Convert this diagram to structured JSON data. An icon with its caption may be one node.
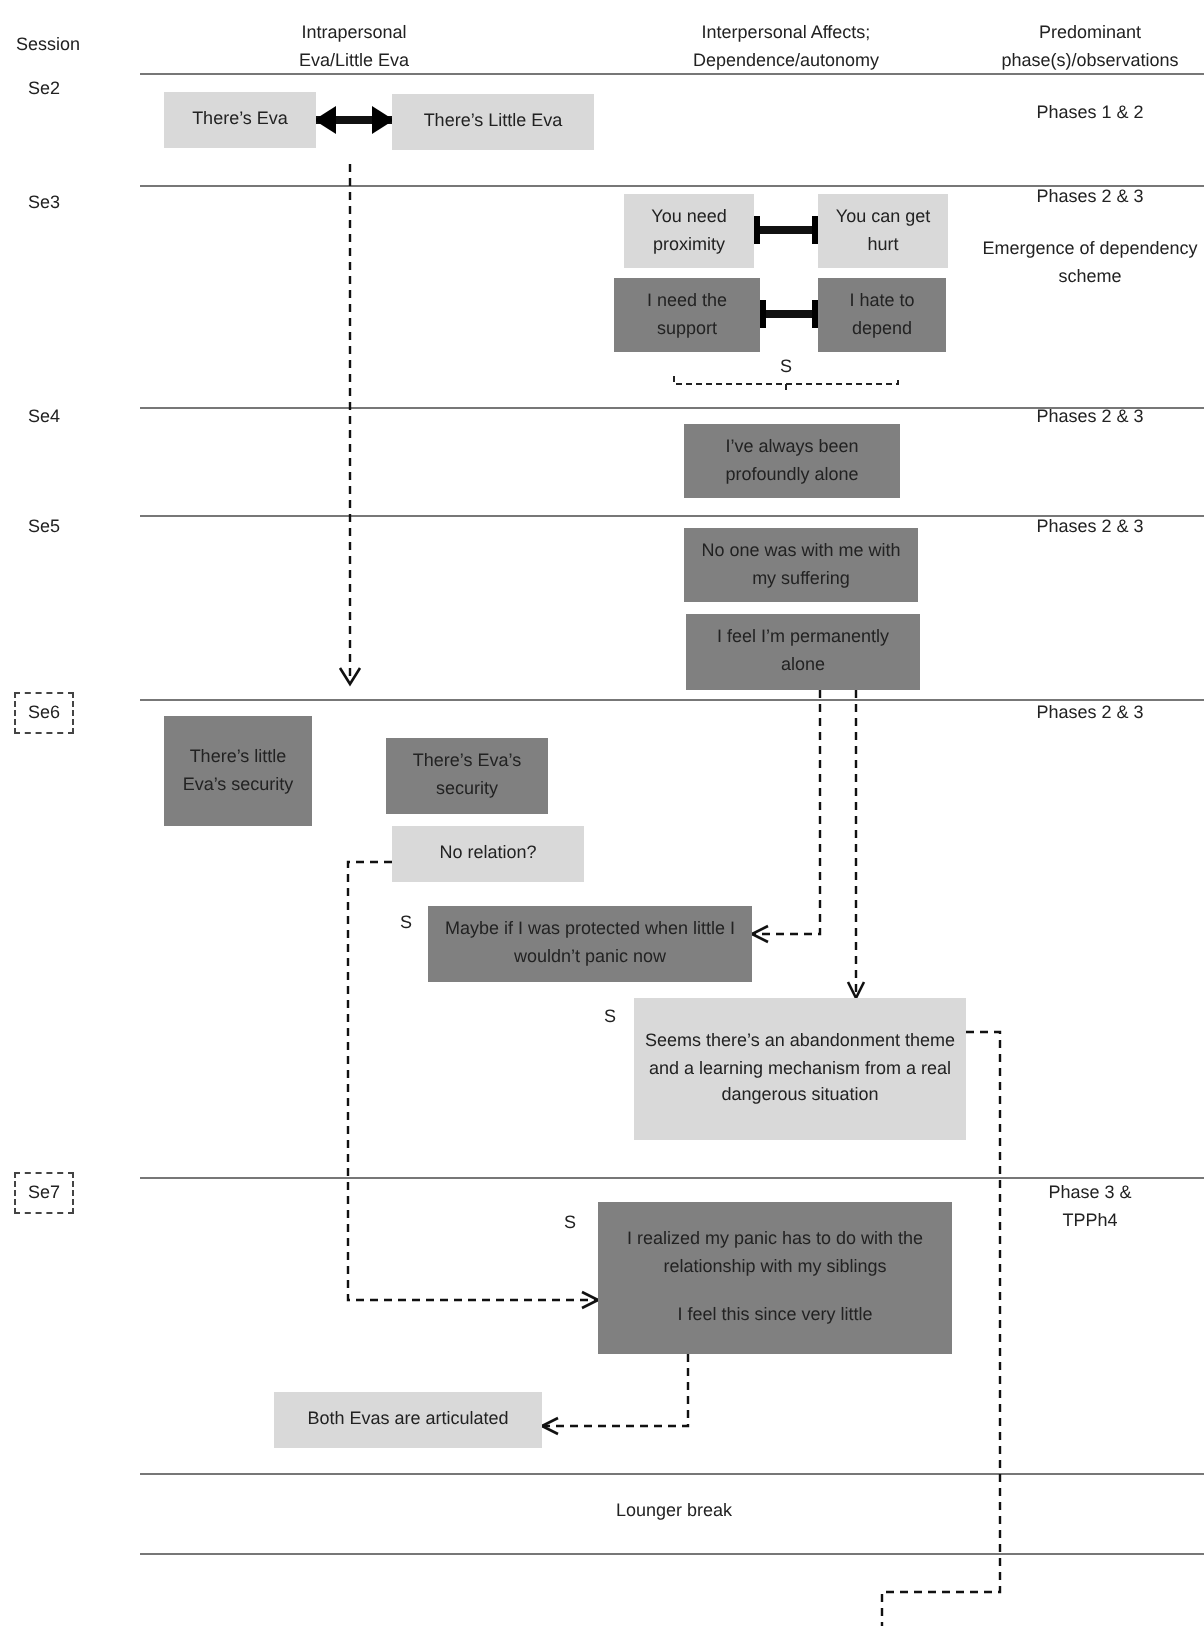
{
  "diagram": {
    "nodes": [
      {
        "text": [
          "There’s Eva"
        ]
      },
      {
        "text": [
          "There’s Little Eva"
        ]
      },
      {
        "text": [
          "You need proximity"
        ]
      },
      {
        "text": [
          "You can get hurt"
        ]
      },
      {
        "text": [
          "I need the support"
        ]
      },
      {
        "text": [
          "I hate to depend"
        ]
      },
      {
        "text": [
          "I’ve always been profoundly alone"
        ]
      },
      {
        "text": [
          "No one was with me with my suffering"
        ]
      },
      {
        "text": [
          "I feel I’m permanently alone"
        ]
      },
      {
        "text": [
          "Se6"
        ]
      },
      {
        "text": [
          "There’s little Eva’s security"
        ]
      },
      {
        "text": [
          "There’s Eva’s security"
        ]
      },
      {
        "text": [
          "No relation?"
        ]
      },
      {
        "text": [
          "Maybe if I was protected when little I wouldn’t panic now"
        ]
      },
      {
        "text": [
          "Seems there’s an abandonment theme and a learning mechanism from a real dangerous situation"
        ]
      },
      {
        "text": [
          "Se7"
        ]
      },
      {
        "text": [
          "I realized my panic has to do with the relationship with my siblings",
          "I feel this since very little"
        ]
      },
      {
        "text": [
          "Both Evas are articulated"
        ]
      }
    ],
    "edges": [
      {
        "from": 0,
        "to": 1,
        "arrow": "both",
        "style": "thick"
      },
      {
        "from": 2,
        "to": 3,
        "arrow": "other",
        "style": "thick"
      },
      {
        "from": 4,
        "to": 5,
        "arrow": "other",
        "style": "thick"
      },
      {
        "from": 8,
        "to": 13,
        "arrow": "to",
        "style": "dashed"
      },
      {
        "from": 8,
        "to": 14,
        "arrow": "to",
        "style": "dashed"
      },
      {
        "from": 12,
        "to": 16,
        "arrow": "to",
        "style": "dashed"
      },
      {
        "from": 16,
        "to": 17,
        "arrow": "to",
        "style": "dashed"
      },
      {
        "from": 14,
        "to": null,
        "arrow": "none",
        "style": "dashed"
      }
    ],
    "labels": [
      "Session",
      "Intrapersonal Eva/Little Eva",
      "Interpersonal Affects; Dependence/autonomy",
      "Predominant phase(s)/observations",
      "Se2",
      "Phases 1 & 2",
      "Se3",
      "Phases 2 & 3",
      "Emergence of dependency scheme",
      "S",
      "Se4",
      "Phases 2 & 3",
      "Se5",
      "Phases 2 & 3",
      "Phases 2 & 3",
      "S",
      "S",
      "Phase 3 & TPPh4",
      "S",
      "Lounger break"
    ]
  }
}
